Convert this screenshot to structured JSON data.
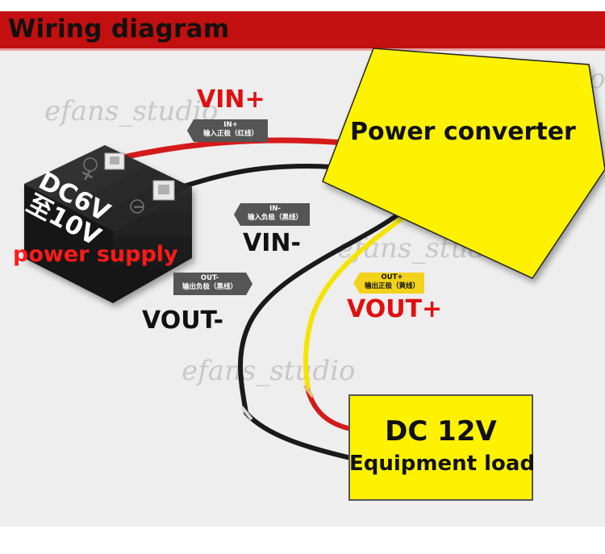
{
  "header": {
    "title": "Wiring diagram"
  },
  "watermark": "efans_studio",
  "power_supply": {
    "line1": "DC6V",
    "line2": "至10V",
    "caption": "power supply",
    "plus_symbol": "+",
    "minus_symbol": "−"
  },
  "converter": {
    "title": "Power converter"
  },
  "load": {
    "line1": "DC 12V",
    "line2": "Equipment load"
  },
  "wires": {
    "vin_plus": {
      "label": "VIN+",
      "tag_code": "IN+",
      "tag_desc": "输入正极（红线）"
    },
    "vin_minus": {
      "label": "VIN-",
      "tag_code": "IN-",
      "tag_desc": "输入负极（黑线）"
    },
    "vout_minus": {
      "label": "VOUT-",
      "tag_code": "OUT-",
      "tag_desc": "输出负极（黑线）"
    },
    "vout_plus": {
      "label": "VOUT+",
      "tag_code": "OUT+",
      "tag_desc": "输出正极（黄线）"
    }
  },
  "colors": {
    "header_red": "#c20f0f",
    "label_red": "#e01010",
    "converter_yellow": "#fff200",
    "wire_red": "#d41a1a",
    "wire_black": "#1a1a1a",
    "wire_yellow": "#f5e400",
    "tag_gray": "#555555",
    "tag_yellow": "#f2d21a"
  }
}
